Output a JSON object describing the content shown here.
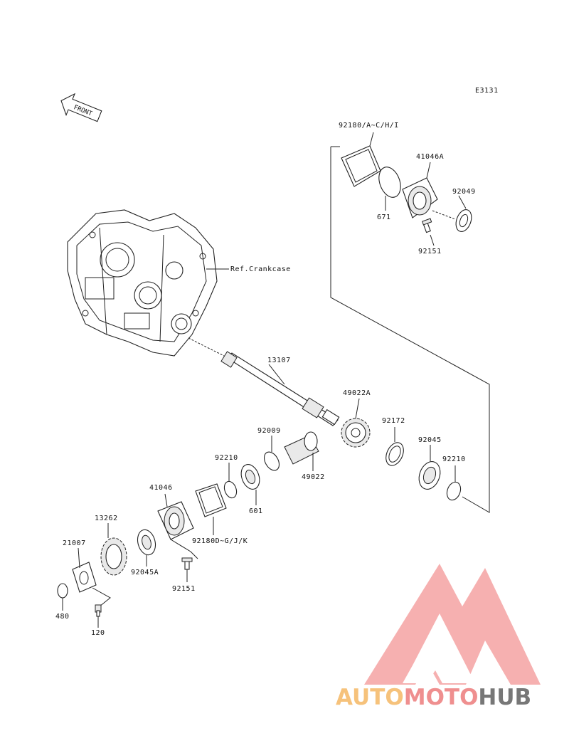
{
  "diagram_code": "E3131",
  "front_label": "FRONT",
  "ref_label": "Ref.Crankcase",
  "parts": {
    "p92180a": "92180/A~C/H/I",
    "p41046a": "41046A",
    "p92049": "92049",
    "p671": "671",
    "p92151_top": "92151",
    "p13107": "13107",
    "p49022a": "49022A",
    "p92009": "92009",
    "p92172": "92172",
    "p92210_a": "92210",
    "p92045": "92045",
    "p92210_b": "92210",
    "p49022": "49022",
    "p601": "601",
    "p41046": "41046",
    "p13262": "13262",
    "p92180d": "92180D~G/J/K",
    "p21007": "21007",
    "p92045a": "92045A",
    "p92151_bot": "92151",
    "p480": "480",
    "p120": "120"
  },
  "watermark": {
    "part1": "AUTO",
    "part2": "MOTO",
    "part3": "HUB",
    "colors": {
      "auto": "#f6c27b",
      "moto": "#ef8f8f",
      "hub": "#777777",
      "logo": "#f5a3a3"
    }
  }
}
